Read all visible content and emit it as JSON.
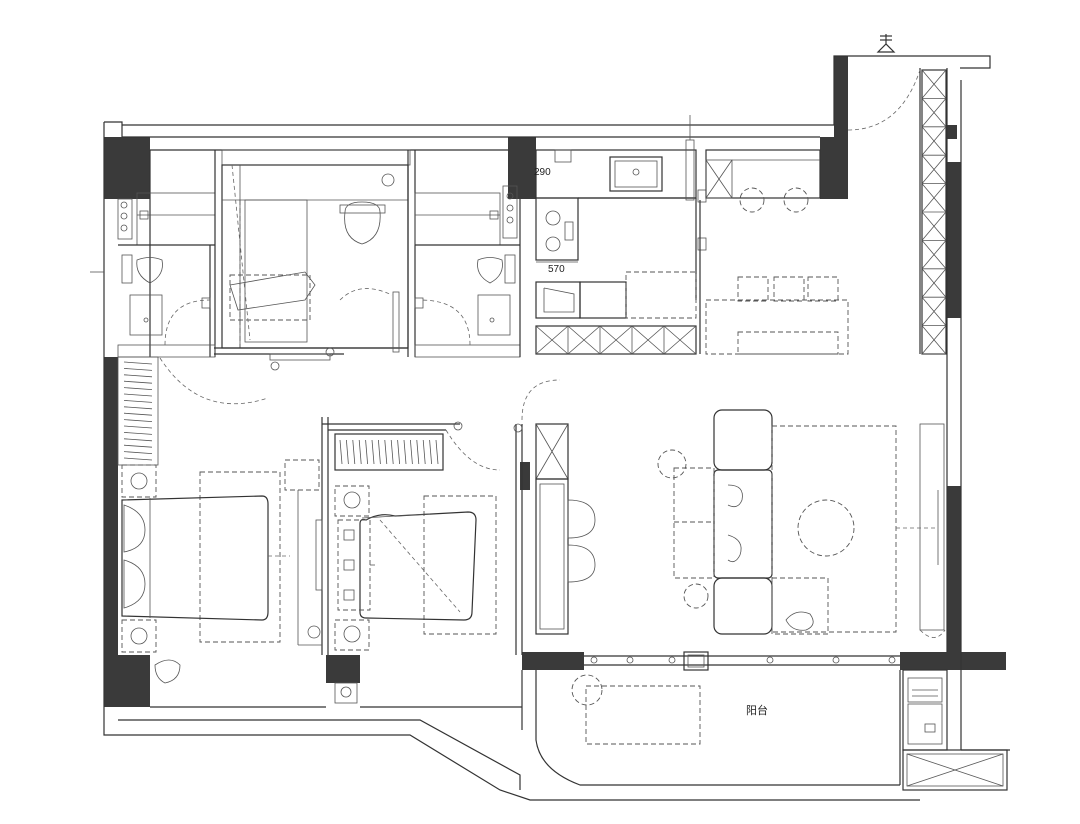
{
  "plan": {
    "labels": {
      "balcony": "阳台",
      "dim_top": "290",
      "dim_cooktop": "570"
    },
    "colors": {
      "wall": "#3a3a3a",
      "line": "#333333",
      "dashed": "#555555",
      "background": "#ffffff"
    }
  }
}
